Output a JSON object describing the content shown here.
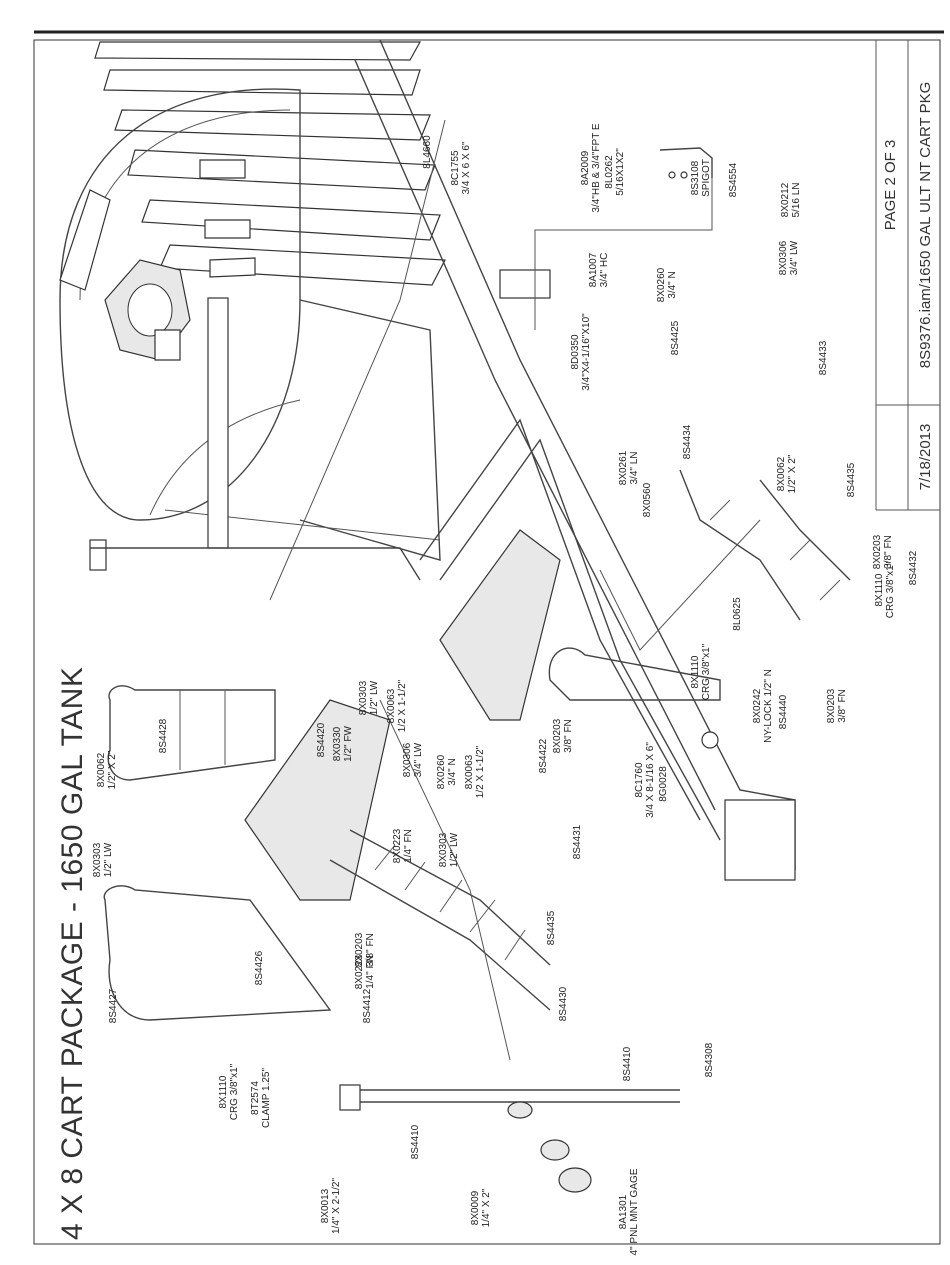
{
  "title": "4 X 8 CART PACKAGE - 1650 GAL TANK",
  "title_block": {
    "page": "PAGE 2 OF 3",
    "drawing": "8S9376.iam/1650 GAL ULT NT CART PKG",
    "date": "7/18/2013"
  },
  "callouts": [
    {
      "id": "c1",
      "lines": [
        "8A2009",
        "3/4\"HB & 3/4\"FPT E"
      ]
    },
    {
      "id": "c2",
      "lines": [
        "8L0262",
        "5/16X1X2\""
      ]
    },
    {
      "id": "c3",
      "lines": [
        "8S3108",
        "SPIGOT"
      ]
    },
    {
      "id": "c4",
      "lines": [
        "8S4554"
      ]
    },
    {
      "id": "c5",
      "lines": [
        "8X0212",
        "5/16 LN"
      ]
    },
    {
      "id": "c6",
      "lines": [
        "8L4660"
      ]
    },
    {
      "id": "c7",
      "lines": [
        "8C1755",
        "3/4 X 6 X 6\""
      ]
    },
    {
      "id": "c8",
      "lines": [
        "8A1007",
        "3/4\" HC"
      ]
    },
    {
      "id": "c9",
      "lines": [
        "8X0306",
        "3/4\" LW"
      ]
    },
    {
      "id": "c10",
      "lines": [
        "8X0260",
        "3/4\" N"
      ]
    },
    {
      "id": "c11",
      "lines": [
        "8D0350",
        "3/4\"X4-1/16\"X10\""
      ]
    },
    {
      "id": "c12",
      "lines": [
        "8S4425"
      ]
    },
    {
      "id": "c13",
      "lines": [
        "8S4433"
      ]
    },
    {
      "id": "c14",
      "lines": [
        "8X0062",
        "1/2\" X 2\""
      ]
    },
    {
      "id": "c15",
      "lines": [
        "8S4434"
      ]
    },
    {
      "id": "c16",
      "lines": [
        "8X0261",
        "3/4\" LN"
      ]
    },
    {
      "id": "c17",
      "lines": [
        "8X0560"
      ]
    },
    {
      "id": "c18",
      "lines": [
        "8X0203",
        "3/8\" FN"
      ]
    },
    {
      "id": "c19",
      "lines": [
        "8S4435"
      ]
    },
    {
      "id": "c20",
      "lines": [
        "8S4432"
      ]
    },
    {
      "id": "c21",
      "lines": [
        "8X1110",
        "CRG 3/8\"x1\""
      ]
    },
    {
      "id": "c22",
      "lines": [
        "8X1110",
        "CRG 3/8\"x1\""
      ]
    },
    {
      "id": "c23",
      "lines": [
        "8L0625"
      ]
    },
    {
      "id": "c24",
      "lines": [
        "8X0242",
        "NY-LOCK 1/2\" N"
      ]
    },
    {
      "id": "c25",
      "lines": [
        "8S4440"
      ]
    },
    {
      "id": "c26",
      "lines": [
        "8X0203",
        "3/8\" FN"
      ]
    },
    {
      "id": "c27",
      "lines": [
        "8X0303",
        "1/2\" LW"
      ]
    },
    {
      "id": "c28",
      "lines": [
        "8X0063",
        "1/2 X 1-1/2\""
      ]
    },
    {
      "id": "c29",
      "lines": [
        "8X0330",
        "1/2\" FW"
      ]
    },
    {
      "id": "c30",
      "lines": [
        "8S4428"
      ]
    },
    {
      "id": "c31",
      "lines": [
        "8S4420"
      ]
    },
    {
      "id": "c32",
      "lines": [
        "8X0306",
        "3/4\" LW"
      ]
    },
    {
      "id": "c33",
      "lines": [
        "8X0260",
        "3/4\" N"
      ]
    },
    {
      "id": "c34",
      "lines": [
        "8X0063",
        "1/2 X 1-1/2\""
      ]
    },
    {
      "id": "c35",
      "lines": [
        "8X0303",
        "1/2\" LW"
      ]
    },
    {
      "id": "c36",
      "lines": [
        "8X0223",
        "1/4\" FN"
      ]
    },
    {
      "id": "c37",
      "lines": [
        "8X0062",
        "1/2\" X 2\""
      ]
    },
    {
      "id": "c38",
      "lines": [
        "8X0303",
        "1/2\" LW"
      ]
    },
    {
      "id": "c39",
      "lines": [
        "8X0203",
        "3/8\" FN"
      ]
    },
    {
      "id": "c40",
      "lines": [
        "8S4422"
      ]
    },
    {
      "id": "c41",
      "lines": [
        "8C1760",
        "3/4 X 8-1/16 X 6\""
      ]
    },
    {
      "id": "c42",
      "lines": [
        "8G0028"
      ]
    },
    {
      "id": "c43",
      "lines": [
        "8S4431"
      ]
    },
    {
      "id": "c44",
      "lines": [
        "8X0203",
        "3/8\" FN"
      ]
    },
    {
      "id": "c45",
      "lines": [
        "8S4435"
      ]
    },
    {
      "id": "c46",
      "lines": [
        "8S4427"
      ]
    },
    {
      "id": "c47",
      "lines": [
        "8S4426"
      ]
    },
    {
      "id": "c48",
      "lines": [
        "8X1110",
        "CRG 3/8\"x1\""
      ]
    },
    {
      "id": "c49",
      "lines": [
        "8T2574",
        "CLAMP 1.25\""
      ]
    },
    {
      "id": "c50",
      "lines": [
        "8X0223",
        "1/4\" FN"
      ]
    },
    {
      "id": "c51",
      "lines": [
        "8S4412"
      ]
    },
    {
      "id": "c52",
      "lines": [
        "8S4430"
      ]
    },
    {
      "id": "c53",
      "lines": [
        "8S4410"
      ]
    },
    {
      "id": "c54",
      "lines": [
        "8S4308"
      ]
    },
    {
      "id": "c55",
      "lines": [
        "8X0013",
        "1/4\" X 2-1/2\""
      ]
    },
    {
      "id": "c56",
      "lines": [
        "8S4410"
      ]
    },
    {
      "id": "c57",
      "lines": [
        "8X0009",
        "1/4\" X 2\""
      ]
    },
    {
      "id": "c58",
      "lines": [
        "8A1301",
        "4\" PNL MNT GAGE"
      ]
    }
  ]
}
